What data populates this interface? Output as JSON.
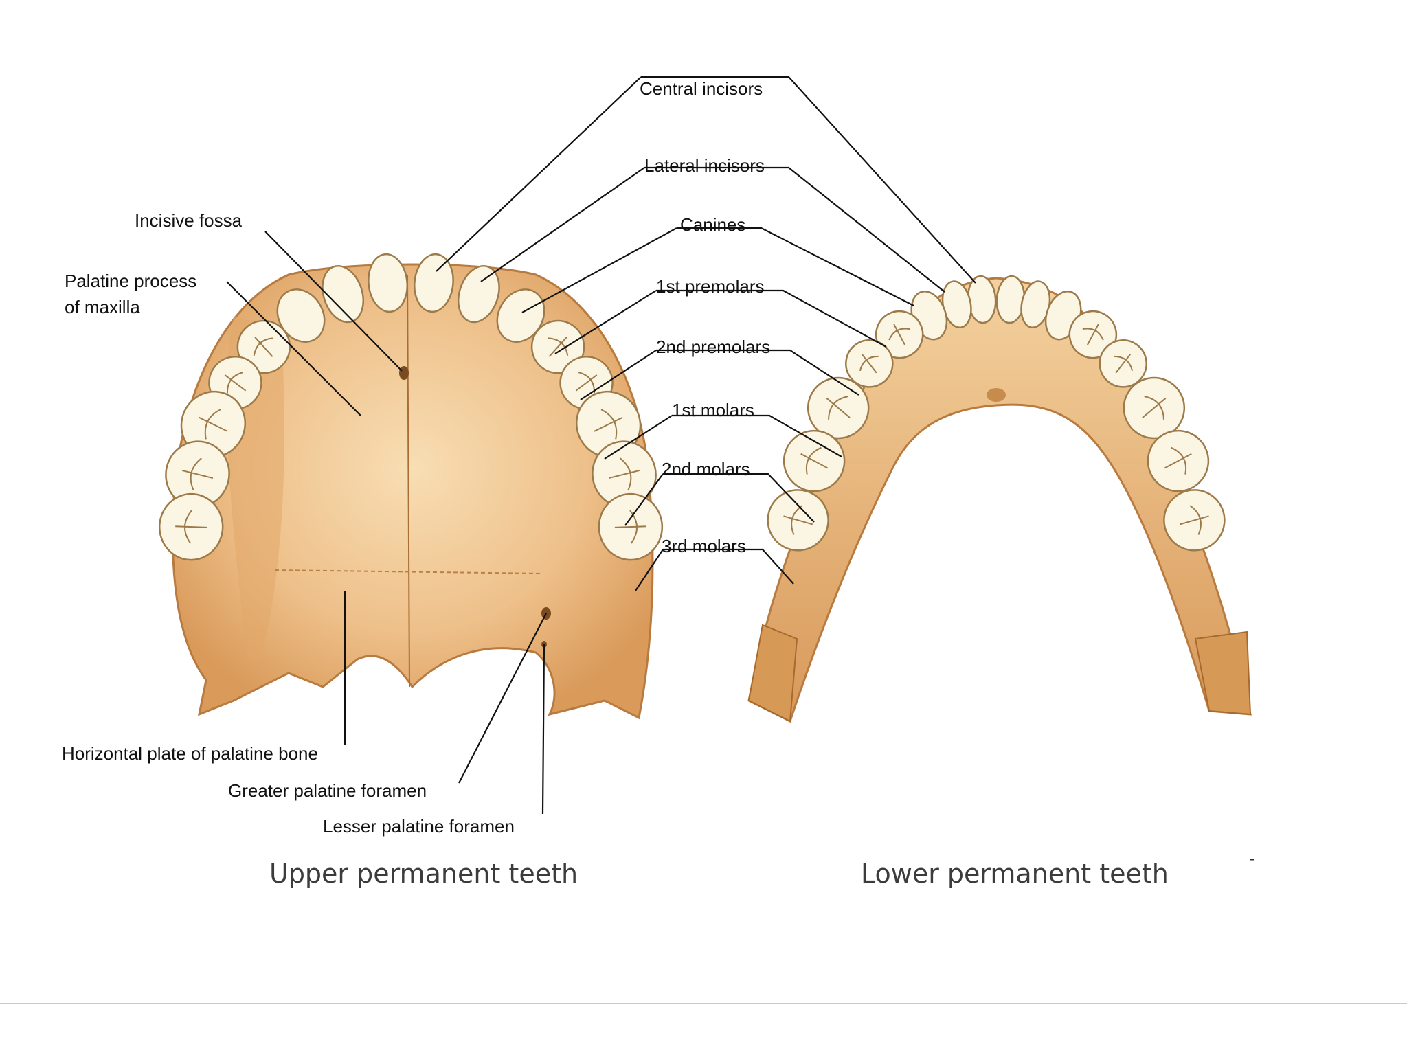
{
  "labels": {
    "central_incisors": "Central incisors",
    "lateral_incisors": "Lateral incisors",
    "canines": "Canines",
    "first_premolars": "1st premolars",
    "second_premolars": "2nd premolars",
    "first_molars": "1st molars",
    "second_molars": "2nd molars",
    "third_molars": "3rd molars",
    "incisive_fossa": "Incisive fossa",
    "palatine_process_line1": "Palatine process",
    "palatine_process_line2": "of maxilla",
    "horizontal_plate": "Horizontal plate of palatine bone",
    "greater_palatine_foramen": "Greater palatine foramen",
    "lesser_palatine_foramen": "Lesser palatine foramen"
  },
  "captions": {
    "upper": "Upper permanent teeth",
    "lower": "Lower permanent teeth"
  },
  "stray_mark": "-",
  "colors": {
    "bone": "#e8b67a",
    "bone_dark": "#c98a48",
    "bone_light": "#f6dcb0",
    "tooth": "#fbf5e3",
    "tooth_edge": "#9c7a4a",
    "leader": "#111111"
  }
}
